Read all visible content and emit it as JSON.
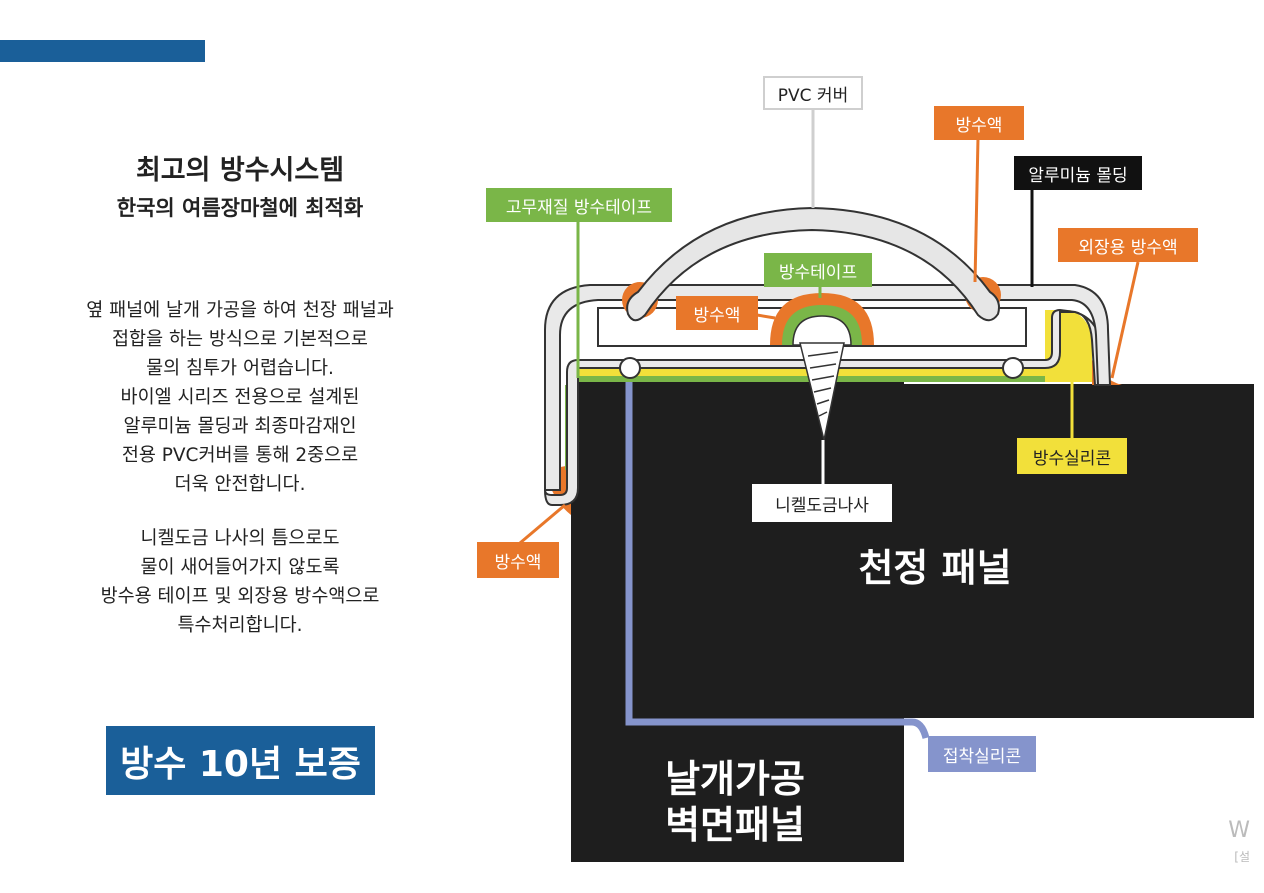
{
  "left": {
    "title": "최고의 방수시스템",
    "subtitle": "한국의 여름장마철에 최적화",
    "paragraph1": [
      "옆 패널에 날개 가공을 하여 천장 패널과",
      "접합을 하는 방식으로 기본적으로",
      "물의 침투가 어렵습니다.",
      "바이엘 시리즈 전용으로 설계된",
      "알루미늄 몰딩과 최종마감재인",
      "전용 PVC커버를 통해 2중으로",
      "더욱 안전합니다."
    ],
    "paragraph2": [
      "니켈도금 나사의 틈으로도",
      "물이 새어들어가지 않도록",
      "방수용 테이프 및 외장용 방수액으로",
      "특수처리합니다."
    ],
    "warranty": "방수 10년 보증"
  },
  "diagram": {
    "labels": {
      "pvc_cover": "PVC 커버",
      "waterproof_liquid_top": "방수액",
      "aluminum_molding": "알루미늄 몰딩",
      "rubber_tape": "고무재질 방수테이프",
      "exterior_liquid": "외장용 방수액",
      "waterproof_tape": "방수테이프",
      "waterproof_liquid_mid": "방수액",
      "waterproof_silicone": "방수실리콘",
      "nickel_screw": "니켈도금나사",
      "waterproof_liquid_left": "방수액",
      "adhesive_silicone": "접착실리콘"
    },
    "ceiling_panel": "천정 패널",
    "wall_panel_line1": "날개가공",
    "wall_panel_line2": "벽면패널"
  },
  "watermark": {
    "w": "W",
    "s": "[설"
  },
  "colors": {
    "brand_blue": "#1a5f99",
    "orange": "#e8772a",
    "green": "#7ab648",
    "yellow": "#f2e03a",
    "blue_line": "#8594cc",
    "panel": "#1e1e1e"
  }
}
